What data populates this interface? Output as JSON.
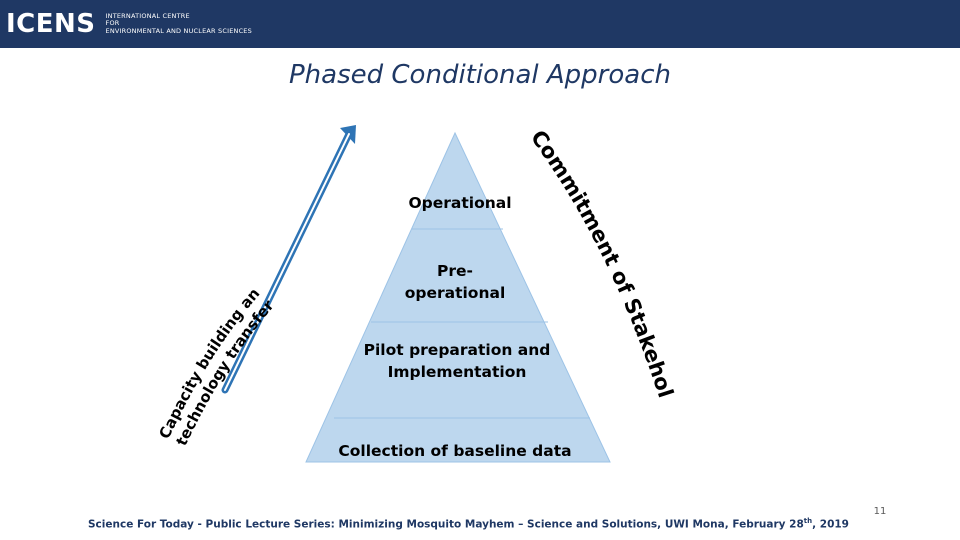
{
  "header": {
    "logo_mark": "ICENS",
    "logo_lines": [
      "INTERNATIONAL CENTRE",
      "FOR",
      "ENVIRONMENTAL AND NUCLEAR SCIENCES"
    ]
  },
  "slide": {
    "title": "Phased Conditional Approach",
    "tiers": [
      "Operational",
      "Pre-\noperational",
      "Pilot preparation and\nImplementation",
      "Collection of baseline data"
    ],
    "right_arc_text": "Commitment of Stakeholders",
    "left_arc_text_line1": "Capacity building and",
    "left_arc_text_line2": "technology transfer",
    "footer_text": "Science For Today - Public Lecture Series: Minimizing Mosquito Mayhem – Science and Solutions, UWI Mona, February 28",
    "footer_sup": "th",
    "footer_tail": ", 2019",
    "page_number": "11"
  },
  "colors": {
    "header_bg": "#1f3864",
    "triangle_fill": "#bdd7ee",
    "triangle_stroke": "#9dc3e6",
    "arrow": "#2e74b5",
    "title": "#1f3864"
  }
}
